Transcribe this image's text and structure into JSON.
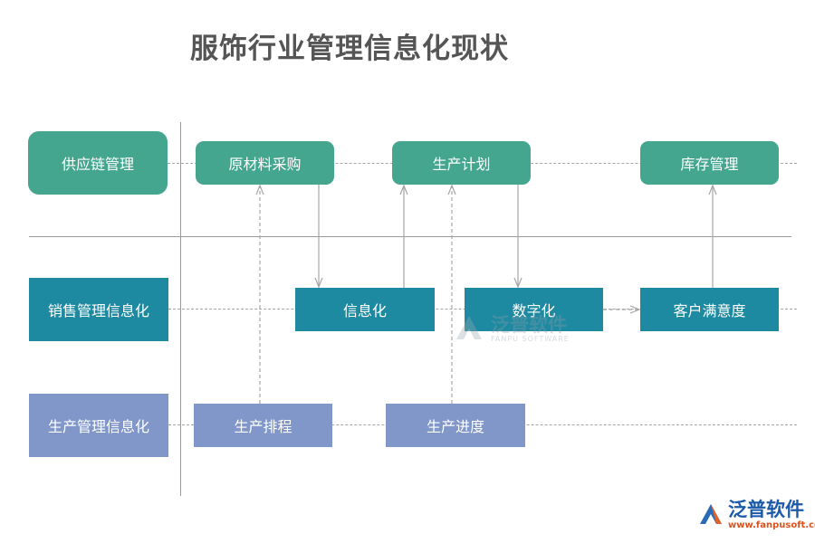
{
  "title": "服饰行业管理信息化现状",
  "categories": {
    "supply": "供应链管理",
    "sales": "销售管理信息化",
    "production": "生产管理信息化"
  },
  "nodes": {
    "raw_purchase": "原材料采购",
    "production_plan": "生产计划",
    "inventory": "库存管理",
    "informatization": "信息化",
    "digitization": "数字化",
    "satisfaction": "客户满意度",
    "scheduling": "生产排程",
    "progress": "生产进度"
  },
  "watermark": {
    "cn": "泛普软件",
    "en": "FANPU SOFTWARE"
  },
  "logo": {
    "cn": "泛普软件",
    "url": "www.fanpusoft.com"
  },
  "colors": {
    "green": "#45a68f",
    "teal": "#1e8aa1",
    "purple": "#8196c9",
    "arrow": "#a6a6a6"
  }
}
